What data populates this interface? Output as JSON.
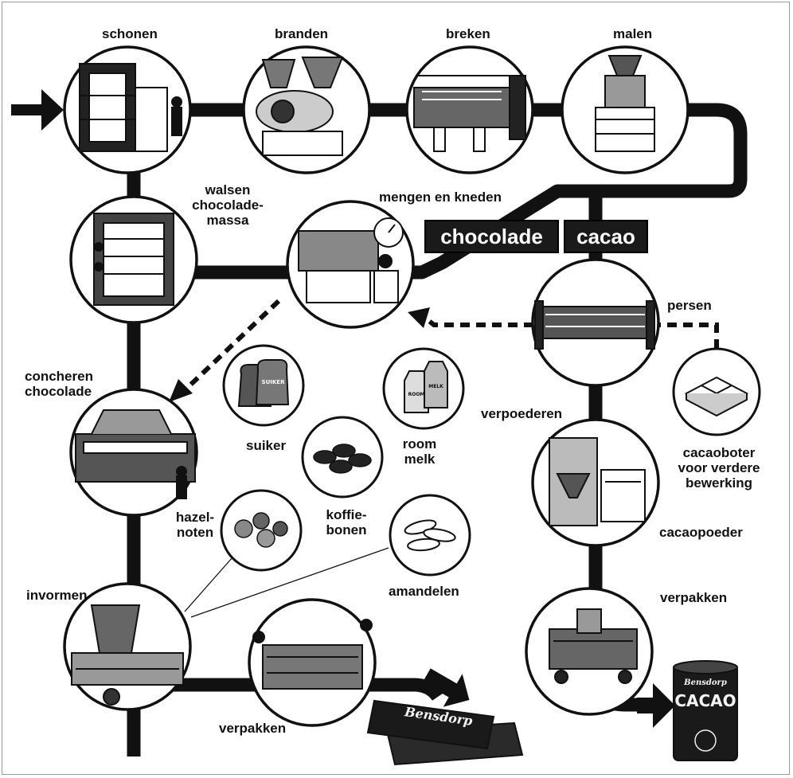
{
  "labels": {
    "schonen": "schonen",
    "branden": "branden",
    "breken": "breken",
    "malen": "malen",
    "walsen": "walsen\nchocolade-\nmassa",
    "mengen": "mengen en kneden",
    "concheren": "concheren\nchocolade",
    "suiker": "suiker",
    "room_melk": "room\nmelk",
    "koffiebonen": "koffie-\nbonen",
    "hazelnoten": "hazel-\nnoten",
    "amandelen": "amandelen",
    "invormen": "invormen",
    "verpakken_left": "verpakken",
    "persen": "persen",
    "verpoederen": "verpoederen",
    "cacaoboter": "cacaoboter\nvoor verdere\nbewerking",
    "cacaopoeder": "cacaopoeder",
    "verpakken_right": "verpakken"
  },
  "branches": {
    "chocolade": "chocolade",
    "cacao": "cacao"
  },
  "products": {
    "sack_text": "SUIKER",
    "carton_room": "ROOM",
    "carton_melk": "MELK",
    "bar_brand": "Bensdorp",
    "tin_brand": "Bensdorp",
    "tin_label": "CACAO"
  },
  "colors": {
    "ink": "#111111",
    "paper": "#ffffff",
    "frame": "#9a9a9a"
  }
}
